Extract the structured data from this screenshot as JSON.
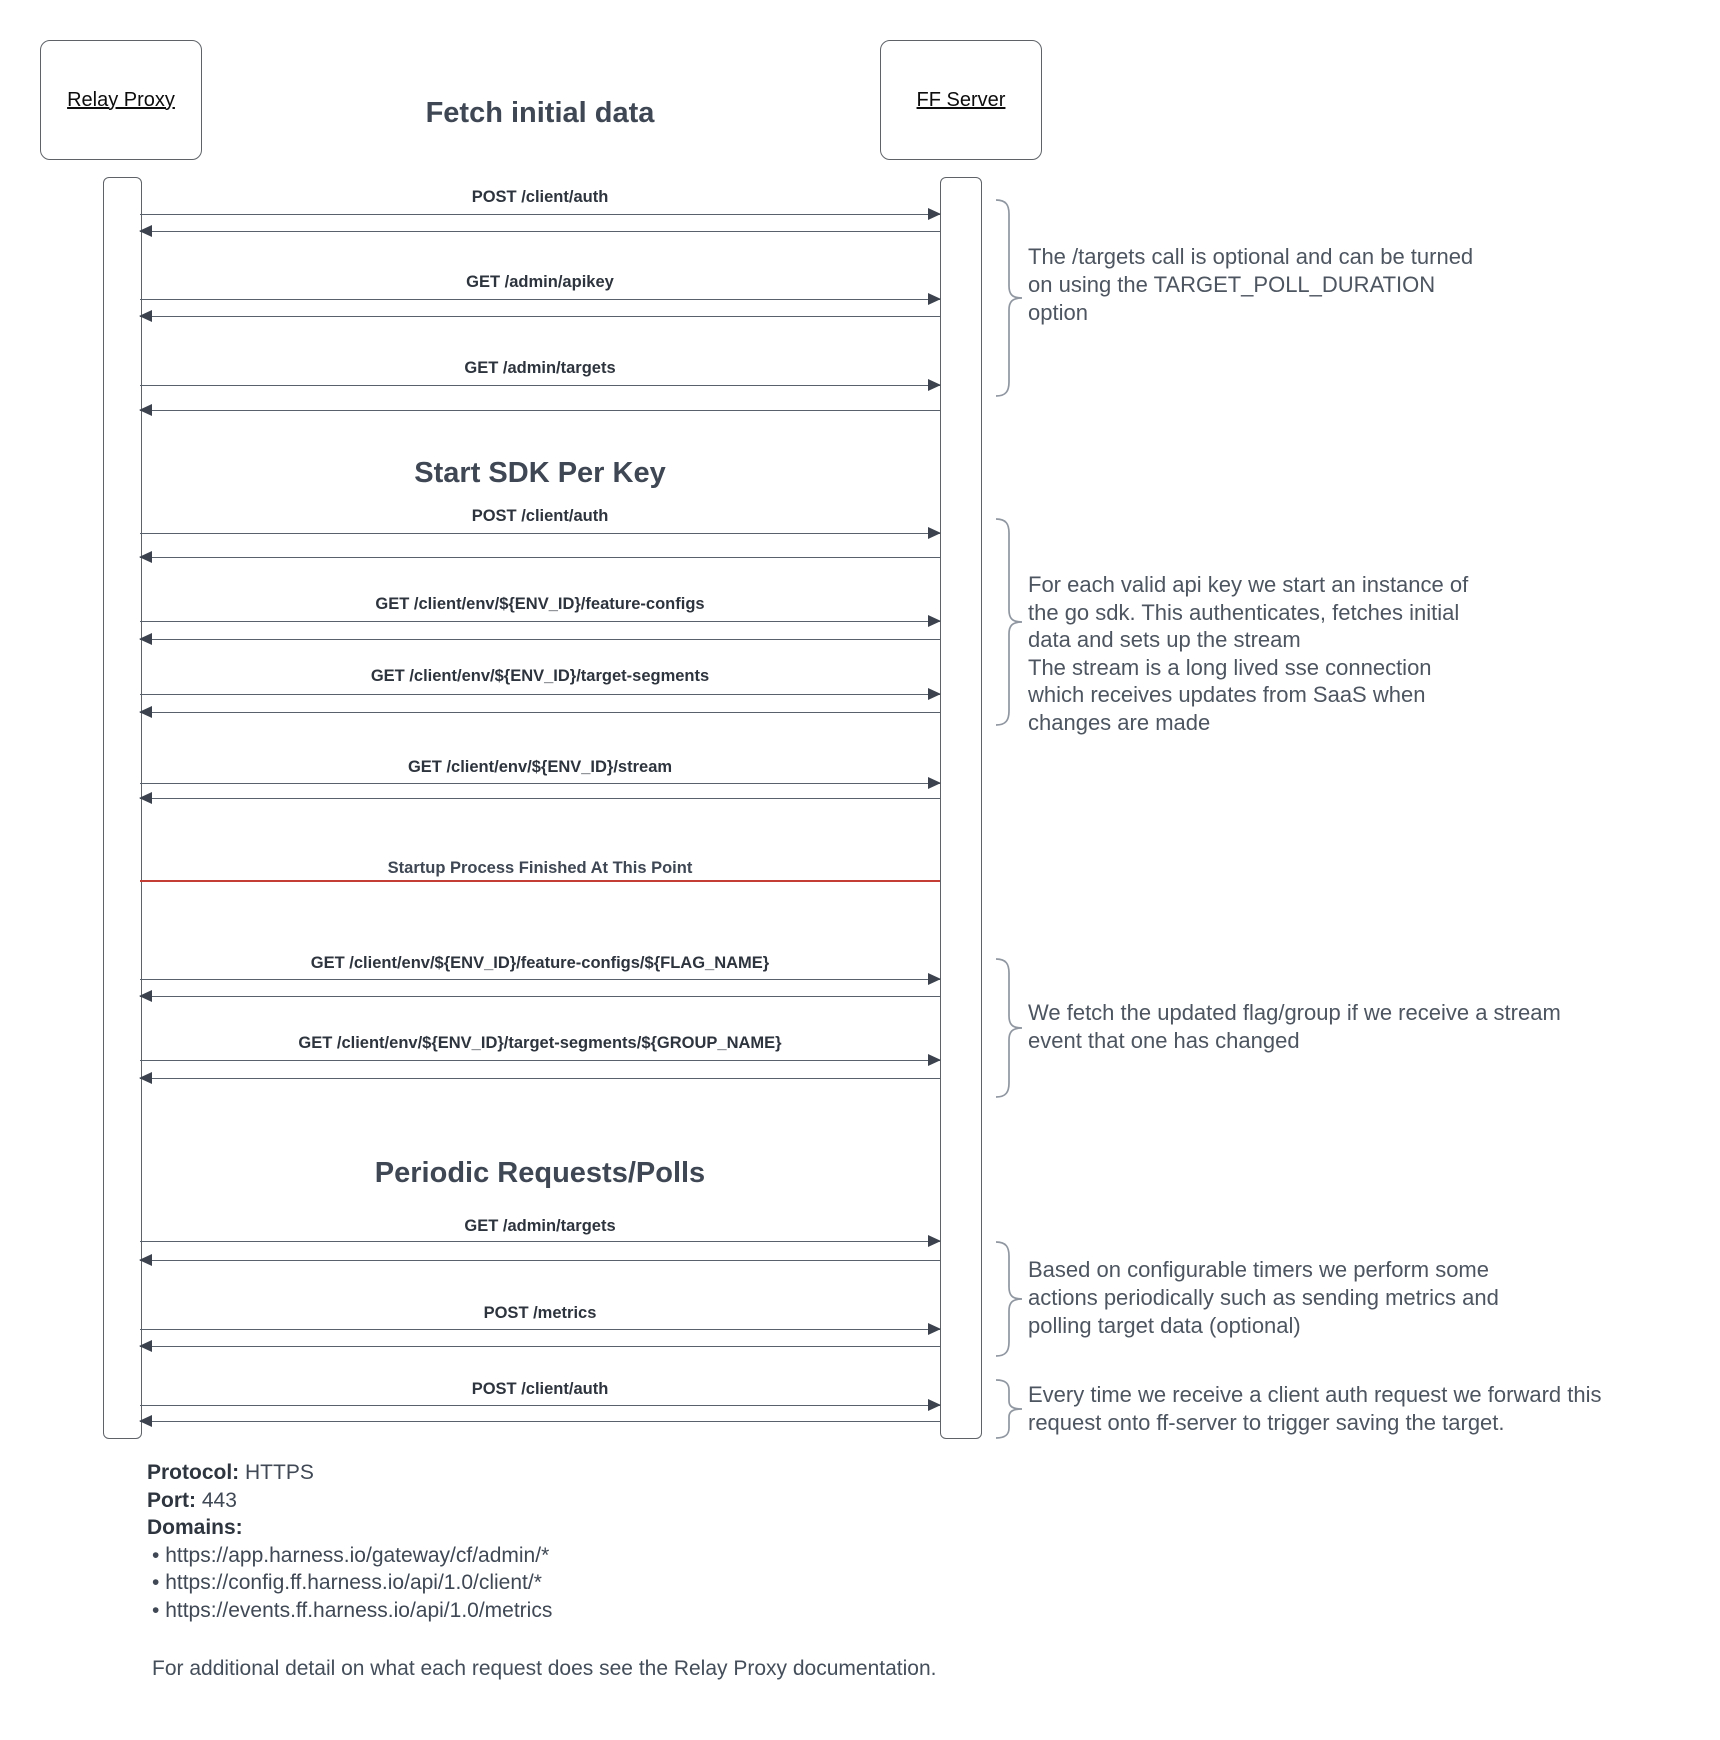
{
  "diagram": {
    "actors": {
      "left": "Relay Proxy",
      "right": "FF Server"
    },
    "section_titles": {
      "fetch_initial_data": "Fetch initial data",
      "start_sdk_per_key": "Start SDK Per Key",
      "periodic_requests": "Periodic Requests/Polls"
    },
    "messages": [
      {
        "label": "POST /client/auth"
      },
      {
        "label": "GET /admin/apikey"
      },
      {
        "label": "GET /admin/targets"
      },
      {
        "label": "POST /client/auth"
      },
      {
        "label": "GET /client/env/${ENV_ID}/feature-configs"
      },
      {
        "label": "GET /client/env/${ENV_ID}/target-segments"
      },
      {
        "label": "GET /client/env/${ENV_ID}/stream"
      },
      {
        "label": "GET /client/env/${ENV_ID}/feature-configs/${FLAG_NAME}"
      },
      {
        "label": "GET /client/env/${ENV_ID}/target-segments/${GROUP_NAME}"
      },
      {
        "label": "GET /admin/targets"
      },
      {
        "label": "POST /metrics"
      },
      {
        "label": "POST /client/auth"
      }
    ],
    "separator": {
      "label": "Startup Process Finished At This Point",
      "color": "#c43e36"
    },
    "annotations": [
      {
        "text": "The /targets call is optional and can be turned\non using the TARGET_POLL_DURATION\noption"
      },
      {
        "text": "For each valid api key we start an instance of\nthe go sdk. This authenticates, fetches initial\ndata and sets up the stream\nThe stream is a long lived sse connection\nwhich receives updates from SaaS when\nchanges are made"
      },
      {
        "text": "We fetch the updated flag/group if we receive a stream\nevent that one has changed"
      },
      {
        "text": "Based on configurable timers we perform some\nactions periodically such as sending metrics and\npolling target data (optional)"
      },
      {
        "text": "Every time we receive a client auth request we forward this\nrequest onto ff-server to trigger saving the target."
      }
    ]
  },
  "info": {
    "protocol_label": "Protocol:",
    "protocol_value": " HTTPS",
    "port_label": "Port:",
    "port_value": " 443",
    "domains_label": "Domains:",
    "bullet": "•",
    "domains": [
      " https://app.harness.io/gateway/cf/admin/*",
      " https://config.ff.harness.io/api/1.0/client/*",
      " https://events.ff.harness.io/api/1.0/metrics"
    ],
    "footnote": "For additional detail on what each request does see the Relay Proxy documentation."
  },
  "colors": {
    "line": "#59616c",
    "arrowhead": "#3c434e",
    "separator_red": "#c43e36",
    "text_dark": "#2e343d",
    "annotation_gray": "#4d5560",
    "border_gray": "#5f6368"
  }
}
